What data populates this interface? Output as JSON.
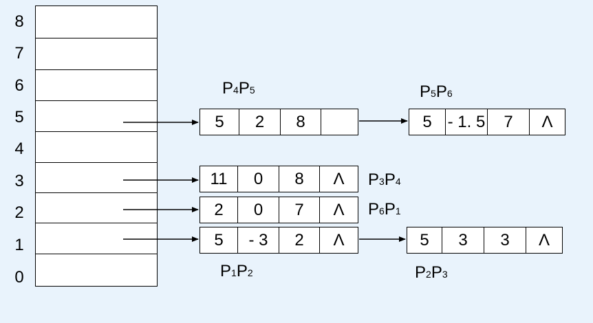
{
  "row_labels": [
    "8",
    "7",
    "6",
    "5",
    "4",
    "3",
    "2",
    "1",
    "0"
  ],
  "nodes": {
    "p4p5": [
      "5",
      "2",
      "8",
      ""
    ],
    "p5p6": [
      "5",
      "- 1. 5",
      "7",
      "Λ"
    ],
    "p3p4": [
      "11",
      "0",
      "8",
      "Λ"
    ],
    "p6p1": [
      "2",
      "0",
      "7",
      "Λ"
    ],
    "p1p2": [
      "5",
      "- 3",
      "2",
      "Λ"
    ],
    "p2p3": [
      "5",
      "3",
      "3",
      "Λ"
    ]
  },
  "labels": {
    "p4p5": {
      "a": "P",
      "b": "4",
      "c": "P",
      "d": "5"
    },
    "p5p6": {
      "a": "P",
      "b": "5",
      "c": "P",
      "d": "6"
    },
    "p3p4": {
      "a": "P",
      "b": "3",
      "c": "P",
      "d": "4"
    },
    "p6p1": {
      "a": "P",
      "b": "6",
      "c": "P",
      "d": "1"
    },
    "p1p2": {
      "a": "P",
      "b": "1",
      "c": "P",
      "d": "2"
    },
    "p2p3": {
      "a": "P",
      "b": "2",
      "c": "P",
      "d": "3"
    }
  }
}
